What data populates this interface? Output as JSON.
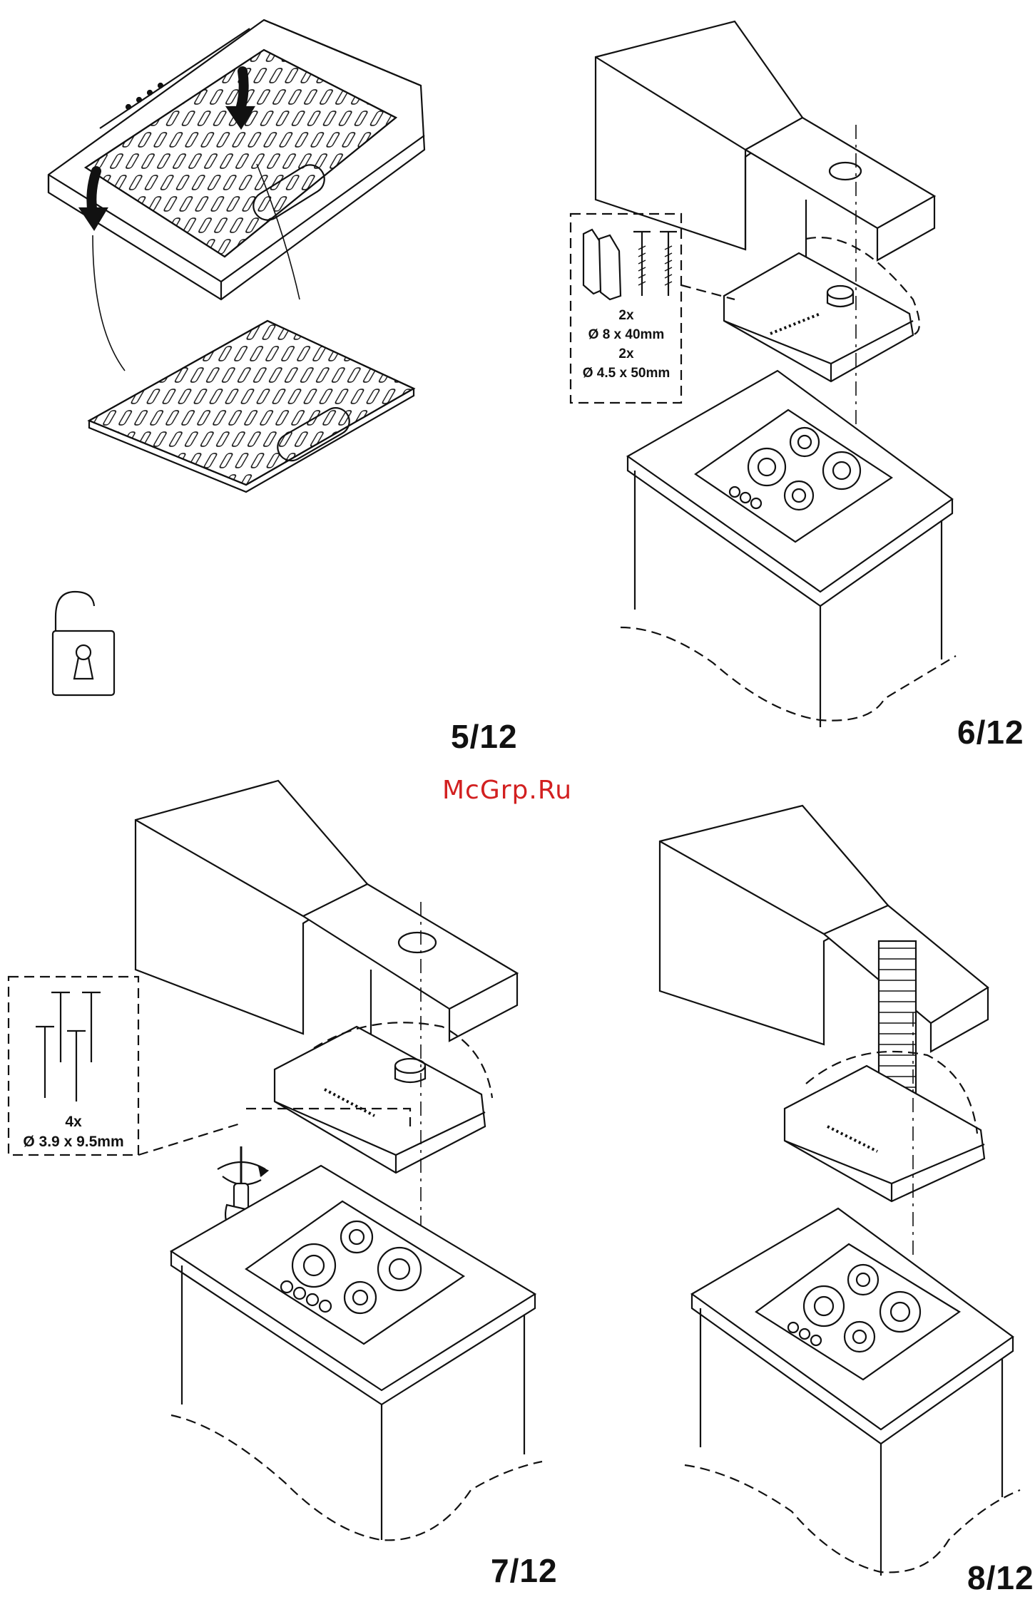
{
  "panels": [
    {
      "id": "step5",
      "label": "5/12"
    },
    {
      "id": "step6",
      "label": "6/12",
      "callout": {
        "qty1": "2x",
        "size1": "Ø 8 x 40mm",
        "qty2": "2x",
        "size2": "Ø 4.5 x 50mm"
      }
    },
    {
      "id": "step7",
      "label": "7/12",
      "callout": {
        "qty": "4x",
        "size": "Ø 3.9 x 9.5mm"
      }
    },
    {
      "id": "step8",
      "label": "8/12"
    }
  ],
  "watermark": "McGrp.Ru",
  "icons": [
    "unlock-icon",
    "screwdriver-icon"
  ],
  "colors": {
    "ink": "#111111",
    "watermark": "#d22020",
    "background": "#ffffff"
  }
}
